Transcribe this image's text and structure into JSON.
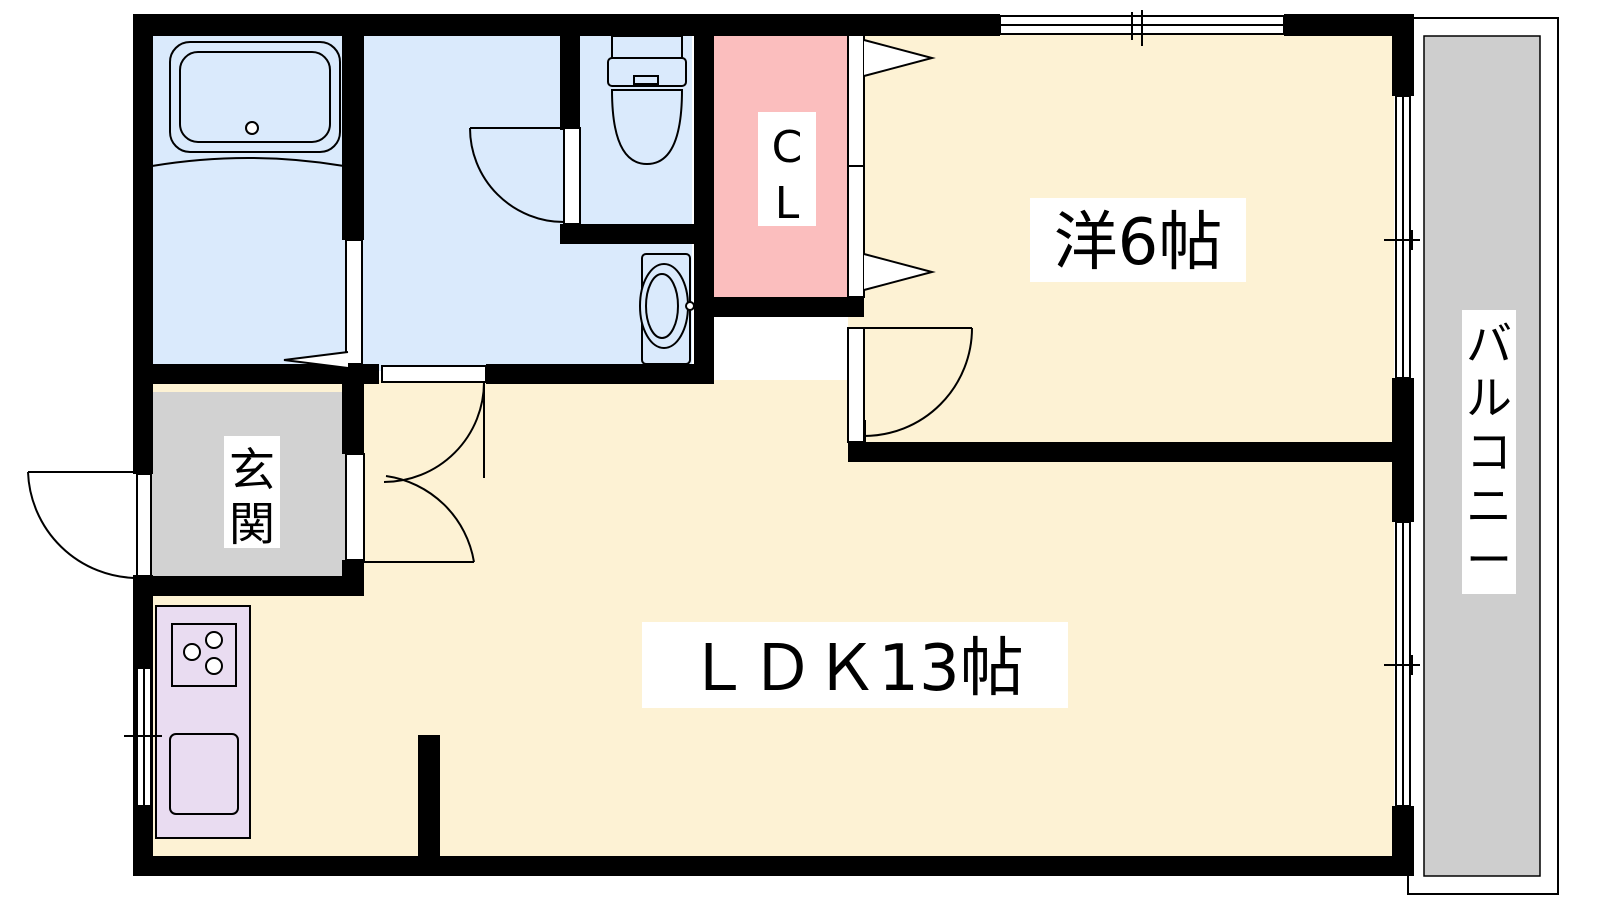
{
  "rooms": {
    "western": "洋6帖",
    "ldk": "ＬＤＫ13帖",
    "closet_line1": "C",
    "closet_line2": "L",
    "genkan_line1": "玄",
    "genkan_line2": "関",
    "balcony": [
      "バ",
      "ル",
      "コ",
      "ニ",
      "ー"
    ]
  },
  "colors": {
    "wall": "#000000",
    "wet_area": "#daeafc",
    "living": "#fdf2d4",
    "closet": "#fbbebe",
    "entrance": "#d2d2d2",
    "kitchen": "#e9dcf1",
    "balcony": "#cecece"
  }
}
